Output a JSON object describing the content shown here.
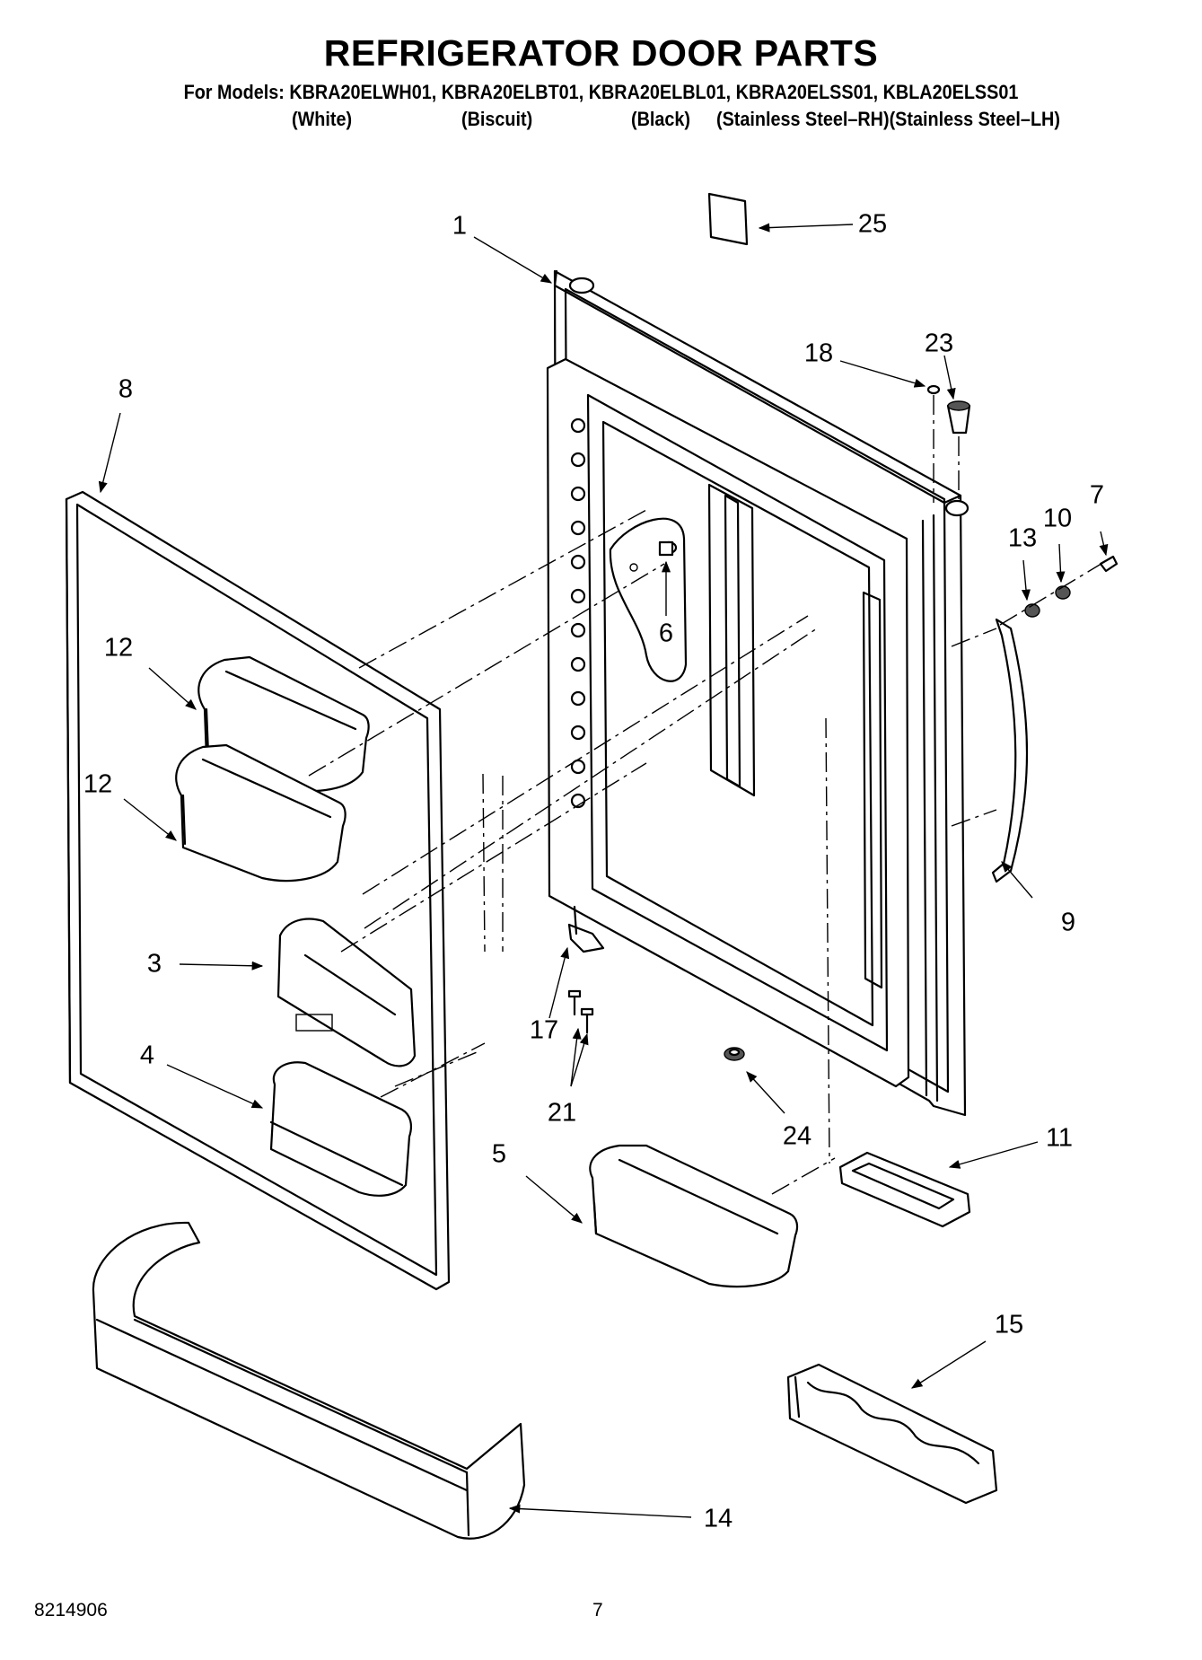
{
  "page": {
    "title": "REFRIGERATOR DOOR PARTS",
    "models_line": "For Models: KBRA20ELWH01, KBRA20ELBT01, KBRA20ELBL01, KBRA20ELSS01, KBLA20ELSS01",
    "colors": [
      "(White)",
      "(Biscuit)",
      "(Black)",
      "(Stainless Steel–RH)(Stainless Steel–LH)"
    ],
    "doc_number": "8214906",
    "page_number": "7"
  },
  "callouts": {
    "c1": "1",
    "c3": "3",
    "c4": "4",
    "c5": "5",
    "c6": "6",
    "c7": "7",
    "c8": "8",
    "c9": "9",
    "c10": "10",
    "c11": "11",
    "c12a": "12",
    "c12b": "12",
    "c13": "13",
    "c14": "14",
    "c15": "15",
    "c17": "17",
    "c18": "18",
    "c21": "21",
    "c23": "23",
    "c24": "24",
    "c25": "25"
  }
}
